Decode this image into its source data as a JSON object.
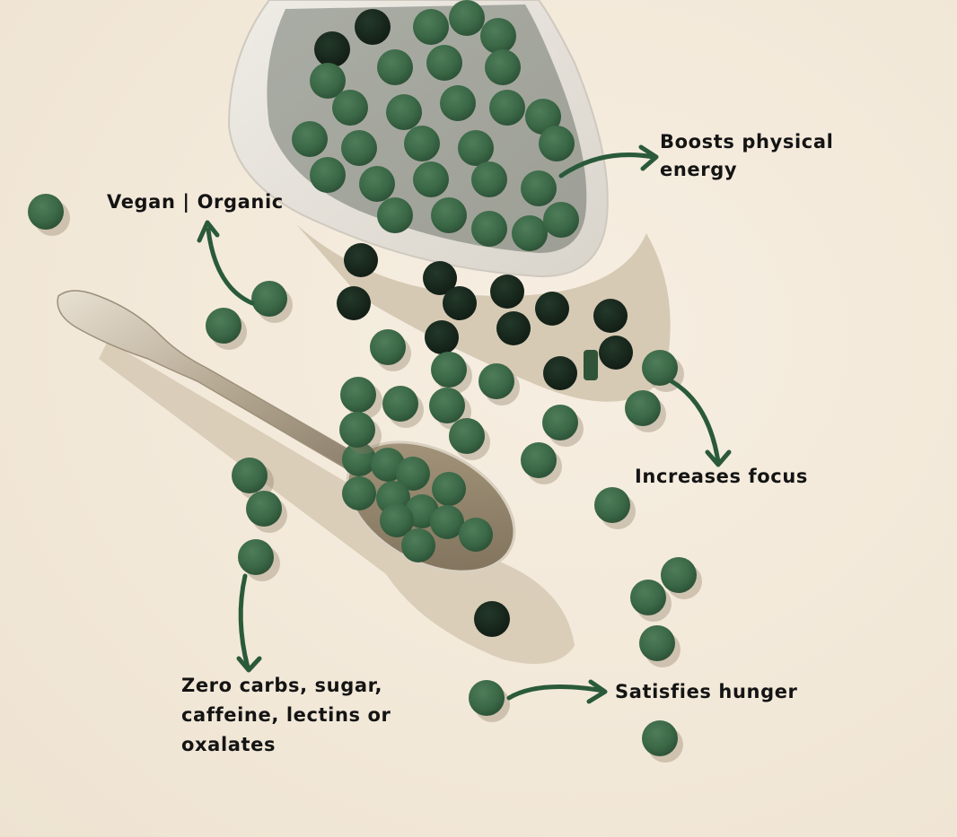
{
  "infographic": {
    "background_color": "#f4ebdd",
    "accent_color": "#2a5a3a",
    "text_color": "#141414",
    "tablet_color": "#3c6b4a",
    "labels": [
      {
        "id": "vegan",
        "text": "Vegan | Organic"
      },
      {
        "id": "energy",
        "text": "Boosts physical\nenergy"
      },
      {
        "id": "focus",
        "text": "Increases focus"
      },
      {
        "id": "zero",
        "text": "Zero carbs, sugar,\ncaffeine, lectins or\noxalates"
      },
      {
        "id": "hunger",
        "text": "Satisfies hunger"
      }
    ],
    "photo": {
      "subject": "green chlorella/spirulina tablets",
      "objects": [
        "white-ceramic-bowl",
        "silver-spoon",
        "scattered-tablets"
      ]
    },
    "arrows": [
      {
        "from": "tablet",
        "to": "Vegan | Organic",
        "direction": "up"
      },
      {
        "from": "bowl",
        "to": "Boosts physical energy",
        "direction": "right"
      },
      {
        "from": "tablet",
        "to": "Increases focus",
        "direction": "down"
      },
      {
        "from": "tablet",
        "to": "Zero carbs, sugar, caffeine, lectins or oxalates",
        "direction": "down"
      },
      {
        "from": "tablet",
        "to": "Satisfies hunger",
        "direction": "right"
      }
    ]
  }
}
